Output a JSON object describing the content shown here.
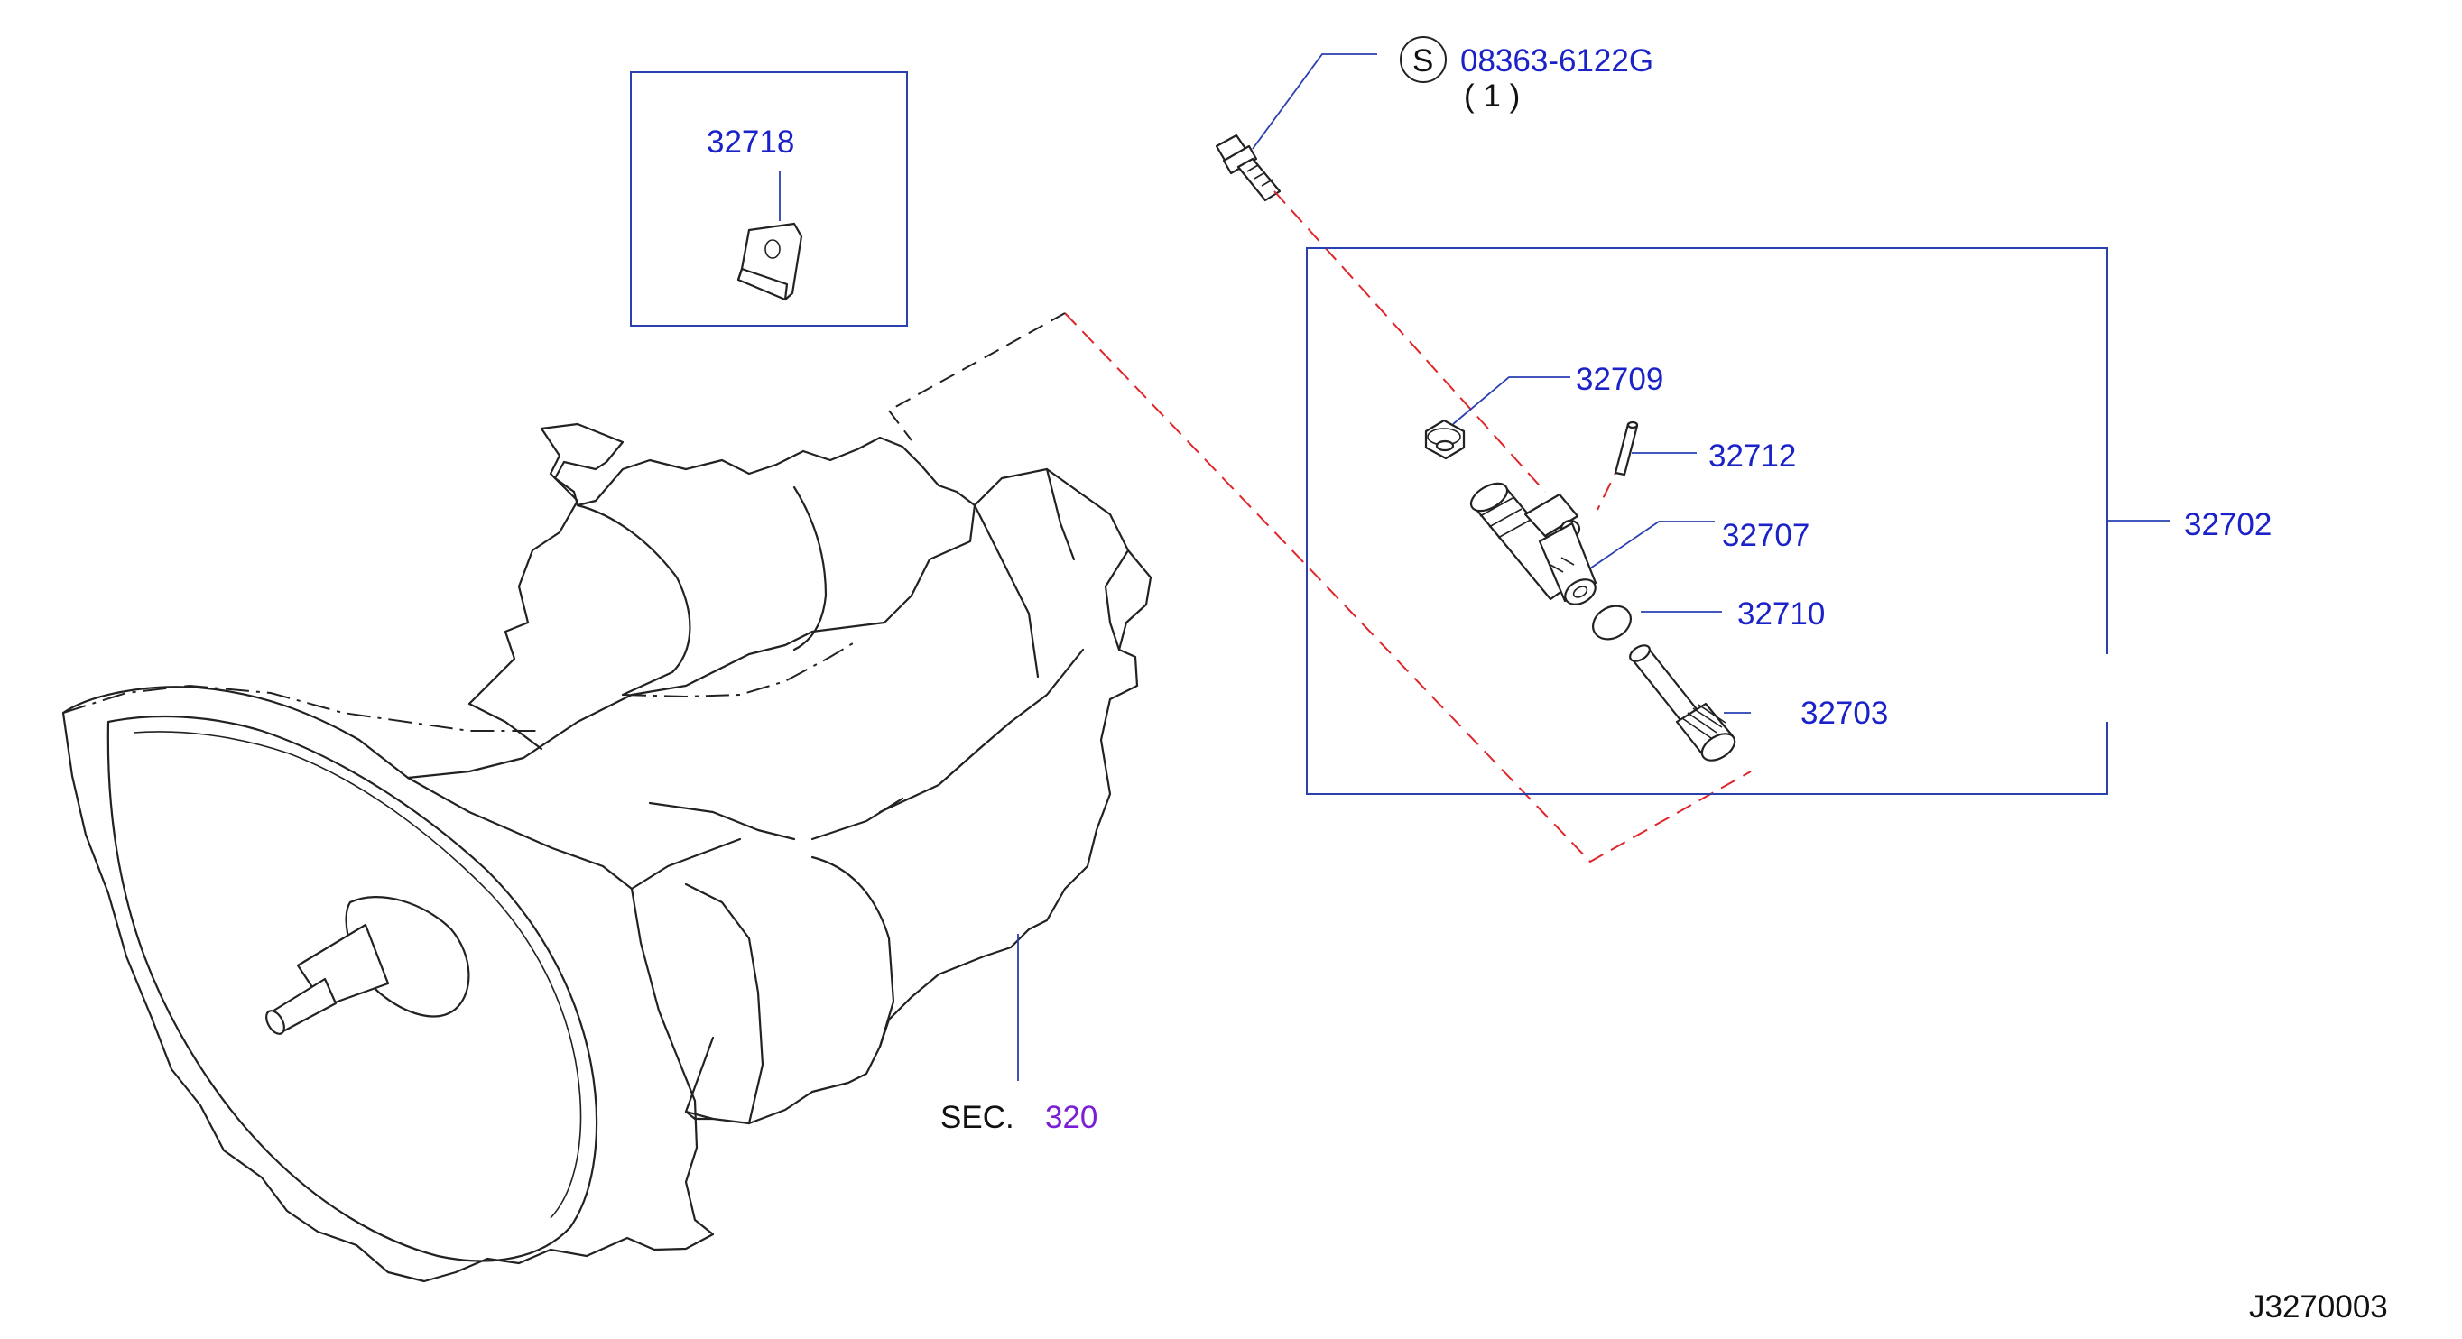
{
  "callouts": {
    "bolt_part": "08363-6122G",
    "bolt_qty": "( 1 )",
    "bolt_symbol": "S",
    "clip": "32718",
    "cap": "32709",
    "pin": "32712",
    "sleeve": "32707",
    "oring": "32710",
    "gear": "32703",
    "assembly": "32702",
    "section_prefix": "SEC.",
    "section_number": "320",
    "drawing_id": "J3270003"
  },
  "colors": {
    "label_blue": "#1a22c8",
    "section_purple": "#7a1fd6",
    "frame_blue": "#2a3fb0",
    "explode_red": "#e0262a"
  }
}
